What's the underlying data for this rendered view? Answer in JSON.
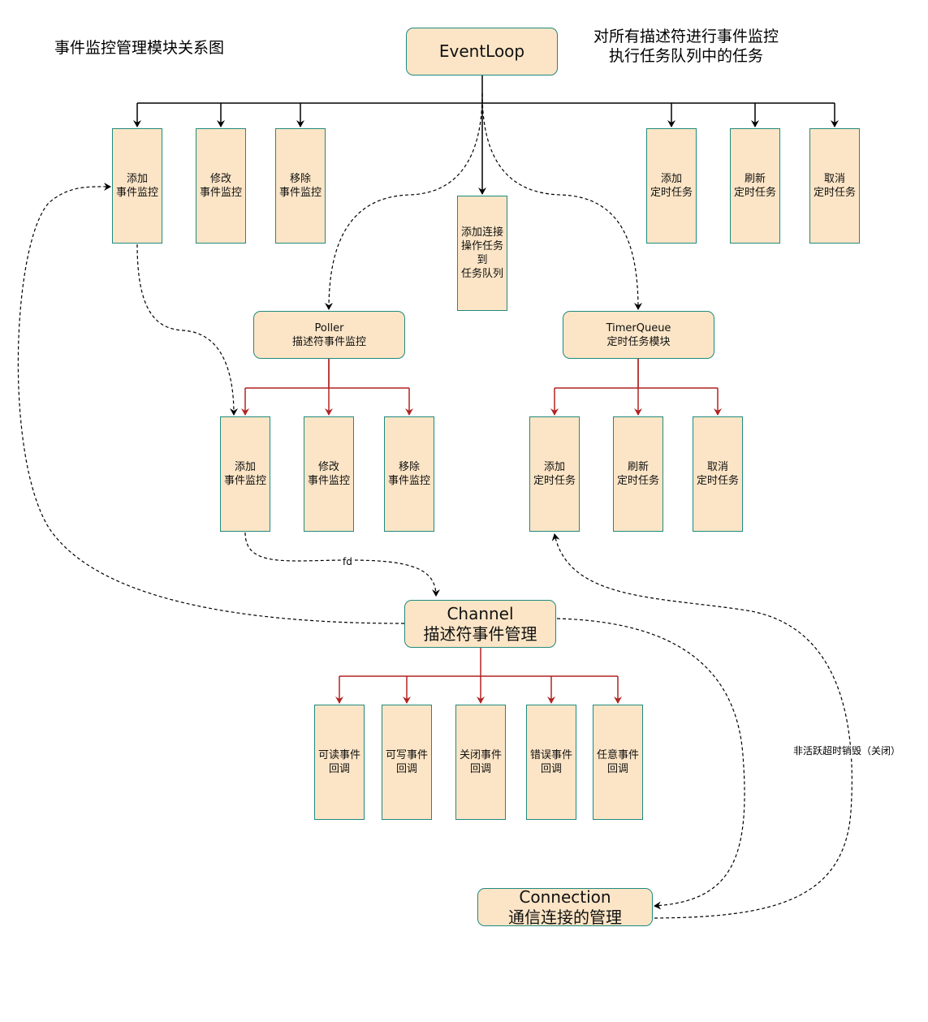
{
  "title": "事件监控管理模块关系图",
  "eventloop": {
    "label": "EventLoop",
    "desc_line1": "对所有描述符进行事件监控",
    "desc_line2": "执行任务队列中的任务"
  },
  "top_row": [
    "添加\n事件监控",
    "修改\n事件监控",
    "移除\n事件监控",
    "添加连接\n操作任务\n到\n任务队列",
    "添加\n定时任务",
    "刷新\n定时任务",
    "取消\n定时任务"
  ],
  "poller": {
    "label": "Poller\n描述符事件监控"
  },
  "timerqueue": {
    "label": "TimerQueue\n定时任务模块"
  },
  "poller_children": [
    "添加\n事件监控",
    "修改\n事件监控",
    "移除\n事件监控"
  ],
  "timer_children": [
    "添加\n定时任务",
    "刷新\n定时任务",
    "取消\n定时任务"
  ],
  "channel": {
    "label": "Channel\n描述符事件管理"
  },
  "channel_children": [
    "可读事件\n回调",
    "可写事件\n回调",
    "关闭事件\n回调",
    "错误事件\n回调",
    "任意事件\n回调"
  ],
  "connection": {
    "label": "Connection\n通信连接的管理"
  },
  "edge_labels": {
    "fd": "fd",
    "inactive": "非活跃超时销毁（关闭）"
  },
  "colors": {
    "box_fill": "#fce5c6",
    "box_border": "#1f8a7e",
    "solid_edge": "#000000",
    "red_edge": "#b22222",
    "dashed_edge": "#000000"
  }
}
